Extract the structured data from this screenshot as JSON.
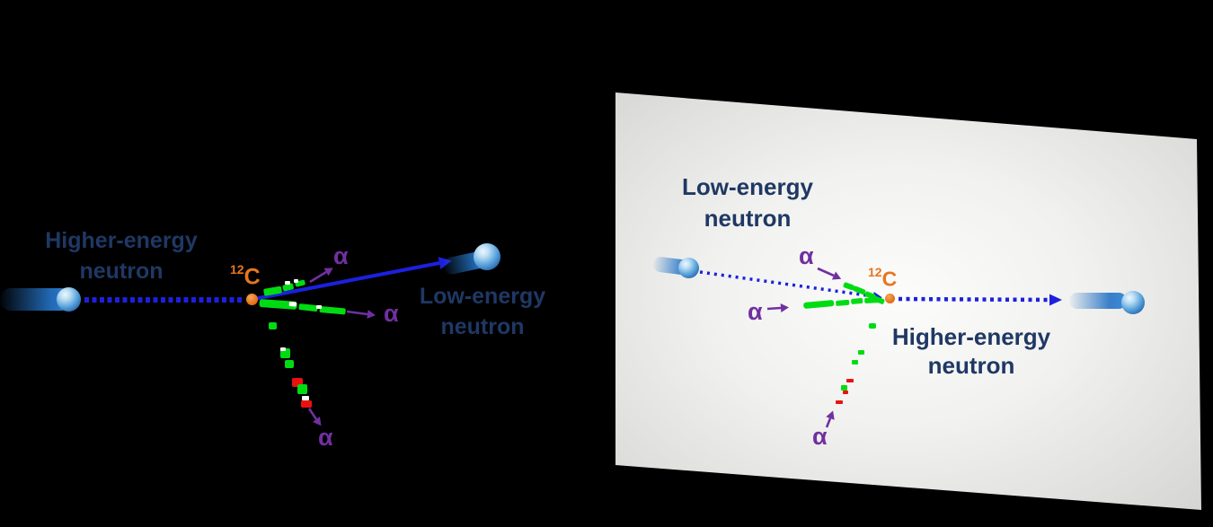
{
  "left_panel": {
    "incoming_label": {
      "line1": "Higher-energy",
      "line2": "neutron"
    },
    "outgoing_label": {
      "line1": "Low-energy",
      "line2": "neutron"
    },
    "carbon": {
      "mass_number": "12",
      "symbol": "C"
    },
    "alpha_upper": "α",
    "alpha_right": "α",
    "alpha_lower": "α"
  },
  "right_panel": {
    "incoming_label": {
      "line1": "Low-energy",
      "line2": "neutron"
    },
    "outgoing_label": {
      "line1": "Higher-energy",
      "line2": "neutron"
    },
    "carbon": {
      "mass_number": "12",
      "symbol": "C"
    },
    "alpha_upper": "α",
    "alpha_left": "α",
    "alpha_lower": "α"
  },
  "colors": {
    "background": "#000000",
    "screen_dark": "#d0d0ce",
    "label_navy": "#1f3864",
    "beam_blue": "#1c20de",
    "carbon_orange": "#e8761e",
    "alpha_purple": "#7030a0",
    "track_green": "#00dc12",
    "track_red": "#ec1111",
    "track_white": "#ffffff",
    "comet_blue": "#2573c6"
  }
}
